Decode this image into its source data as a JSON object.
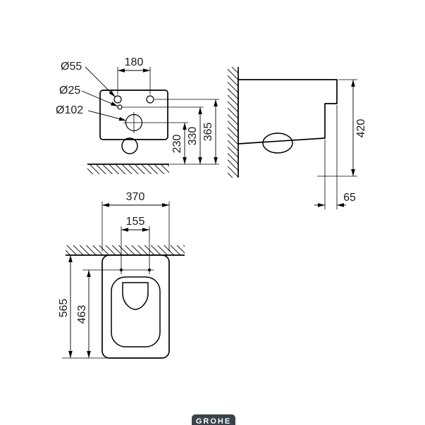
{
  "front_view": {
    "labels": {
      "dia55": "Ø55",
      "dia25": "Ø25",
      "dia102": "Ø102",
      "w180": "180",
      "h365": "365",
      "h330": "330",
      "h230": "230"
    }
  },
  "side_view": {
    "labels": {
      "h420": "420",
      "d65": "65"
    }
  },
  "plan_view": {
    "labels": {
      "w370": "370",
      "w155": "155",
      "l565": "565",
      "l463": "463"
    }
  },
  "brand": {
    "logo_text": "GROHE"
  }
}
